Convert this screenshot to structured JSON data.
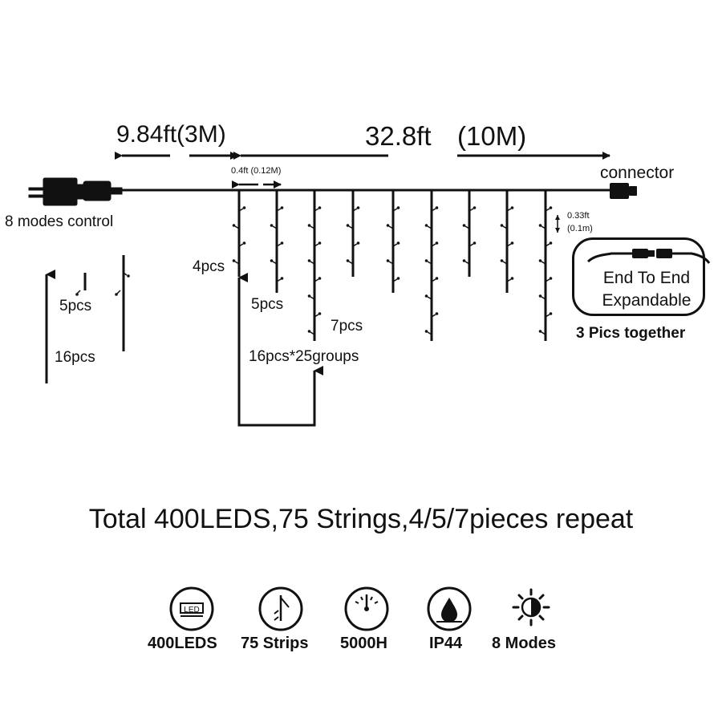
{
  "dimensions": {
    "lead_length": "9.84ft(3M)",
    "main_length_ft": "32.8ft",
    "main_length_m": "(10M)",
    "spacing": "0.4ft  (0.12M)",
    "led_spacing_ft": "0.33ft",
    "led_spacing_m": "(0.1m)"
  },
  "labels": {
    "connector": "connector",
    "control": "8 modes control",
    "pcs_4": "4pcs",
    "pcs_5_left": "5pcs",
    "pcs_16_left": "16pcs",
    "pcs_5_mid": "5pcs",
    "pcs_7": "7pcs",
    "groups": "16pcs*25groups"
  },
  "expandable": {
    "line1": "End To End",
    "line2": "Expandable",
    "caption": "3 Pics together"
  },
  "summary": "Total 400LEDS,75 Strings,4/5/7pieces repeat",
  "features": [
    {
      "label": "400LEDS",
      "icon": "led-icon",
      "icon_text": "LED"
    },
    {
      "label": "75 Strips",
      "icon": "strips-icon"
    },
    {
      "label": "5000H",
      "icon": "gauge-icon"
    },
    {
      "label": "IP44",
      "icon": "water-drop-icon"
    },
    {
      "label": "8 Modes",
      "icon": "sun-moon-icon"
    }
  ]
}
